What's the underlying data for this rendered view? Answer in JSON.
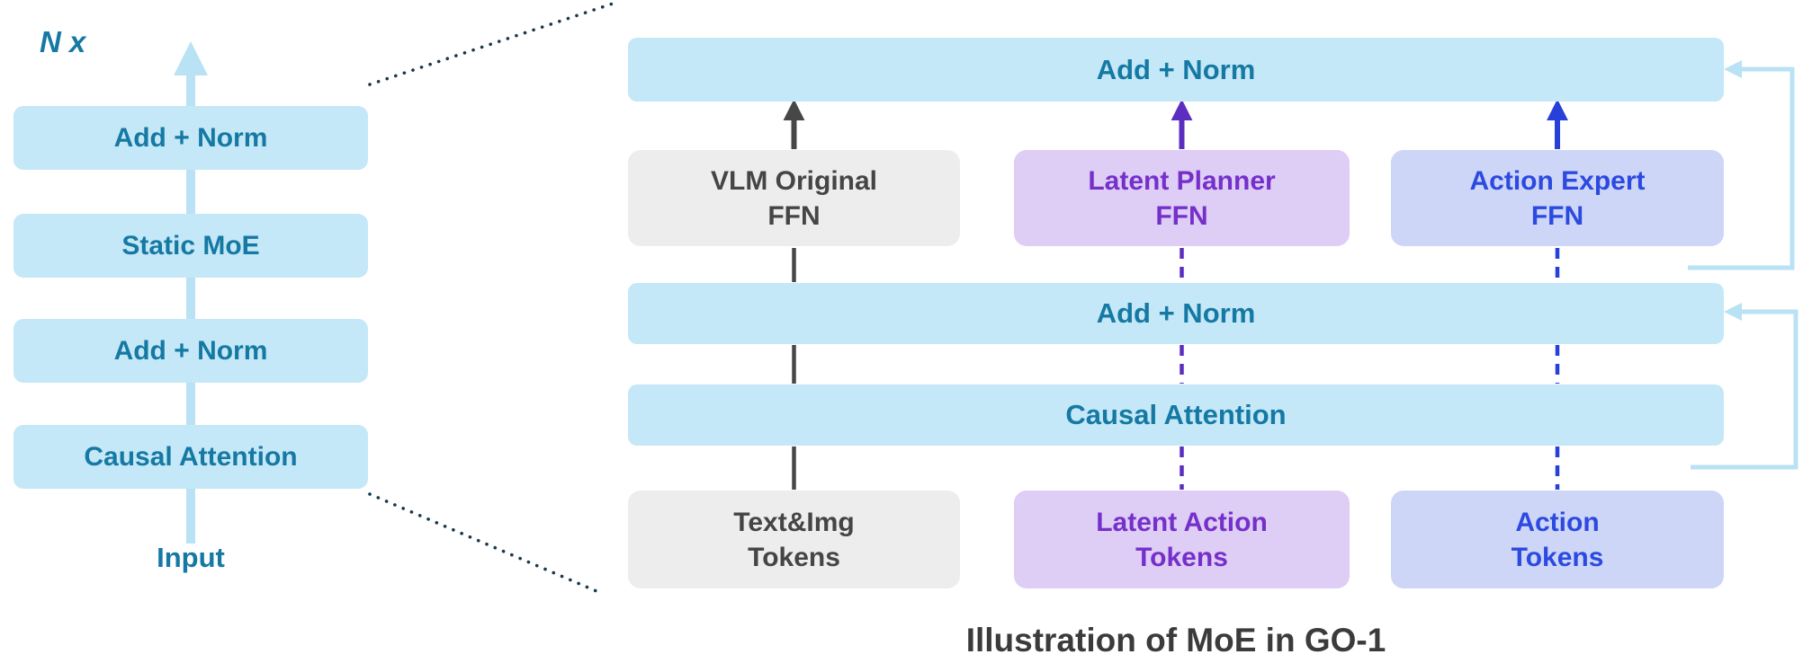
{
  "left_panel": {
    "repeat_label": "N x",
    "blocks": [
      "Add + Norm",
      "Static MoE",
      "Add + Norm",
      "Causal Attention"
    ],
    "input_label": "Input"
  },
  "right_panel": {
    "addnorm_top": "Add + Norm",
    "ffn": {
      "vlm": "VLM Original\nFFN",
      "planner": "Latent Planner\nFFN",
      "action": "Action Expert\nFFN"
    },
    "addnorm_mid": "Add + Norm",
    "causal_attention": "Causal Attention",
    "tokens": {
      "textimg": "Text&Img\nTokens",
      "latent": "Latent Action\nTokens",
      "action": "Action\nTokens"
    },
    "caption": "Illustration of MoE in GO-1"
  },
  "colors": {
    "light_blue_fill": "#C4E8F7",
    "teal_text": "#1579A3",
    "gray_fill": "#EDEDED",
    "gray_text": "#454545",
    "purple_fill": "#DECDF4",
    "purple_text": "#7530CB",
    "lavender_fill": "#CDD6F7",
    "blue_text": "#2C49E0",
    "residual_line": "#B9E2F5",
    "dotted_line": "#16394E"
  }
}
